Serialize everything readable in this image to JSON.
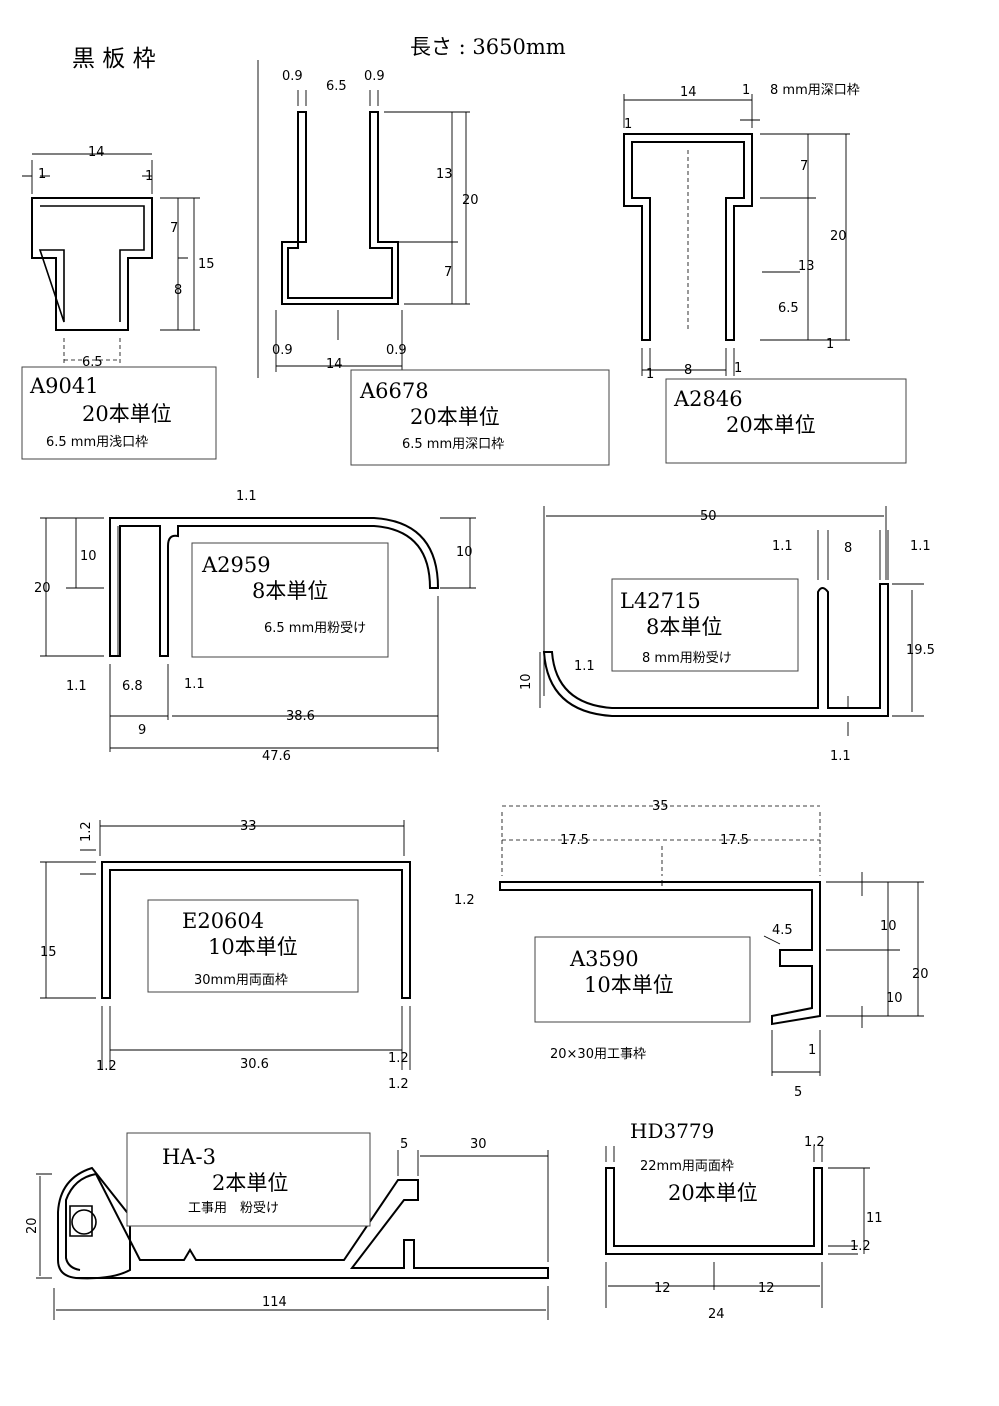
{
  "header": {
    "title": "黒 板 枠",
    "length": "長さ : 3650mm"
  },
  "profiles": [
    {
      "code": "A9041",
      "unit": "20本単位",
      "note": "6.5 mm用浅口枠",
      "dims": [
        "14",
        "1",
        "1",
        "7",
        "15",
        "8",
        "6.5"
      ]
    },
    {
      "code": "A6678",
      "unit": "20本単位",
      "note": "6.5 mm用深口枠",
      "dims": [
        "0.9",
        "6.5",
        "0.9",
        "13",
        "20",
        "7",
        "14",
        "0.9",
        "0.9"
      ]
    },
    {
      "code": "A2846",
      "unit": "20本単位",
      "note": "8 mm用深口枠",
      "dims": [
        "14",
        "1",
        "1",
        "7",
        "20",
        "13",
        "6.5",
        "1",
        "8",
        "1",
        "1"
      ]
    },
    {
      "code": "A2959",
      "unit": "8本単位",
      "note": "6.5 mm用粉受け",
      "dims": [
        "1.1",
        "10",
        "20",
        "10",
        "1.1",
        "6.8",
        "1.1",
        "9",
        "38.6",
        "47.6"
      ]
    },
    {
      "code": "L42715",
      "unit": "8本単位",
      "note": "8 mm用粉受け",
      "dims": [
        "50",
        "1.1",
        "8",
        "1.1",
        "19.5",
        "1.1",
        "10",
        "1.1"
      ]
    },
    {
      "code": "E20604",
      "unit": "10本単位",
      "note": "30mm用両面枠",
      "dims": [
        "1.2",
        "33",
        "15",
        "1.2",
        "30.6",
        "1.2",
        "1.2"
      ]
    },
    {
      "code": "A3590",
      "unit": "10本単位",
      "note": "20×30用工事枠",
      "dims": [
        "35",
        "17.5",
        "17.5",
        "1.2",
        "4.5",
        "10",
        "20",
        "10",
        "1",
        "5"
      ]
    },
    {
      "code": "HA-3",
      "unit": "2本単位",
      "note": "工事用　粉受け",
      "dims": [
        "5",
        "30",
        "20",
        "114"
      ]
    },
    {
      "code": "HD3779",
      "unit": "20本単位",
      "note": "22mm用両面枠",
      "dims": [
        "1.2",
        "11",
        "1.2",
        "12",
        "12",
        "24"
      ]
    }
  ]
}
